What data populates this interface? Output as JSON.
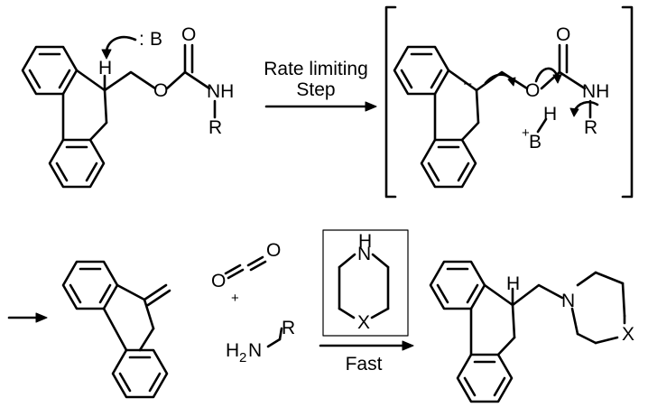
{
  "reagent_base": "B",
  "lone_pair_dots": ":",
  "atoms": {
    "H": "H",
    "O": "O",
    "N": "N",
    "NH": "NH",
    "R": "R",
    "X": "X",
    "H2N_H": "H",
    "H2N_sub": "2",
    "H2N_N": "N",
    "plus_sign": "+",
    "minus_sign": "–",
    "carbanion_sign": "–",
    "protonated_base_plus": "+",
    "protonated_base_B": "B"
  },
  "step1": {
    "label_line1": "Rate limiting",
    "label_line2": "Step"
  },
  "step2": {
    "label": "Fast"
  }
}
